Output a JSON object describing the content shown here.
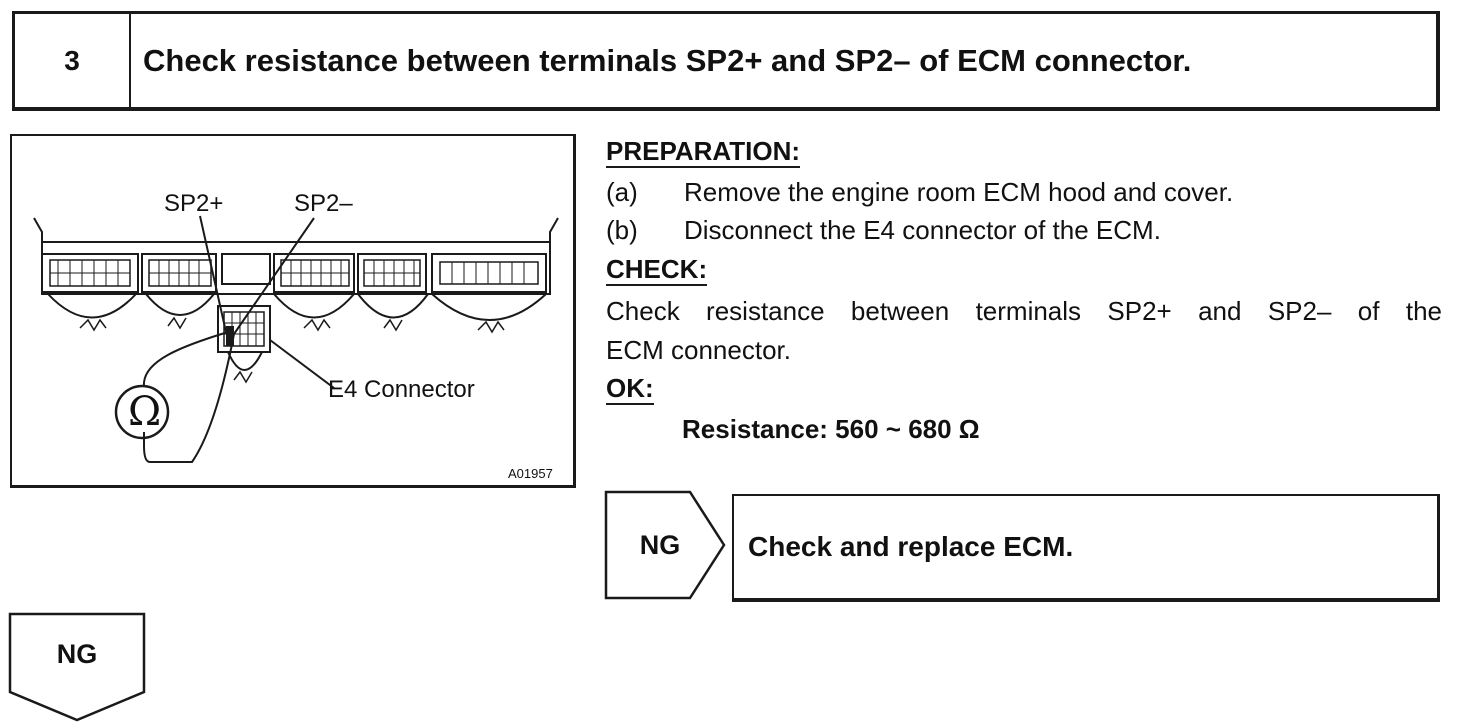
{
  "step": {
    "number": "3",
    "title": "Check resistance between terminals SP2+ and SP2– of ECM connector."
  },
  "figure": {
    "label_sp2_plus": "SP2+",
    "label_sp2_minus": "SP2–",
    "label_connector": "E4 Connector",
    "ohmmeter_symbol": "Ω",
    "code": "A01957"
  },
  "preparation": {
    "heading": "PREPARATION:",
    "items": [
      {
        "letter": "(a)",
        "text": "Remove the engine room ECM hood and cover."
      },
      {
        "letter": "(b)",
        "text": "Disconnect the E4 connector of the ECM."
      }
    ]
  },
  "check": {
    "heading": "CHECK:",
    "line1": "Check resistance between terminals SP2+ and SP2– of the",
    "line2": "ECM connector."
  },
  "ok": {
    "heading": "OK:",
    "spec": "Resistance: 560 ~ 680 Ω"
  },
  "ng_result": {
    "label": "NG",
    "action": "Check and replace ECM."
  },
  "ng_next": {
    "label": "NG"
  },
  "colors": {
    "line": "#1a1a1a",
    "background": "#ffffff"
  }
}
